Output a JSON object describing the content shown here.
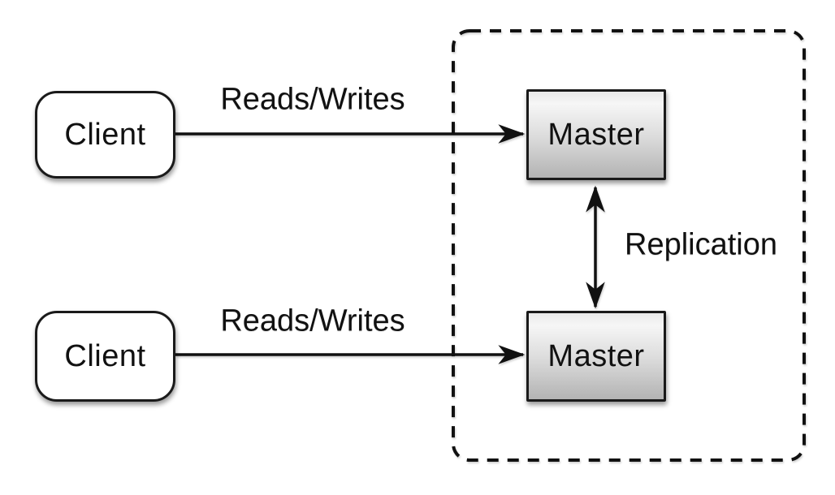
{
  "diagram": {
    "nodes": {
      "client_top": {
        "label": "Client"
      },
      "client_bottom": {
        "label": "Client"
      },
      "master_top": {
        "label": "Master"
      },
      "master_bottom": {
        "label": "Master"
      }
    },
    "edges": {
      "reads_writes_top": {
        "label": "Reads/Writes",
        "from": "client_top",
        "to": "master_top",
        "direction": "right"
      },
      "reads_writes_bottom": {
        "label": "Reads/Writes",
        "from": "client_bottom",
        "to": "master_bottom",
        "direction": "right"
      },
      "replication": {
        "label": "Replication",
        "from": "master_top",
        "to": "master_bottom",
        "direction": "both"
      }
    },
    "boundary": {
      "style": "dashed",
      "contains": [
        "master_top",
        "master_bottom"
      ]
    },
    "colors": {
      "background": "#ffffff",
      "line": "#111111",
      "node_border": "#1a1a1a",
      "client_fill": "#ffffff",
      "master_fill_top": "#f0f0f0",
      "master_fill_bottom": "#b3b3b3",
      "text": "#111111"
    }
  }
}
